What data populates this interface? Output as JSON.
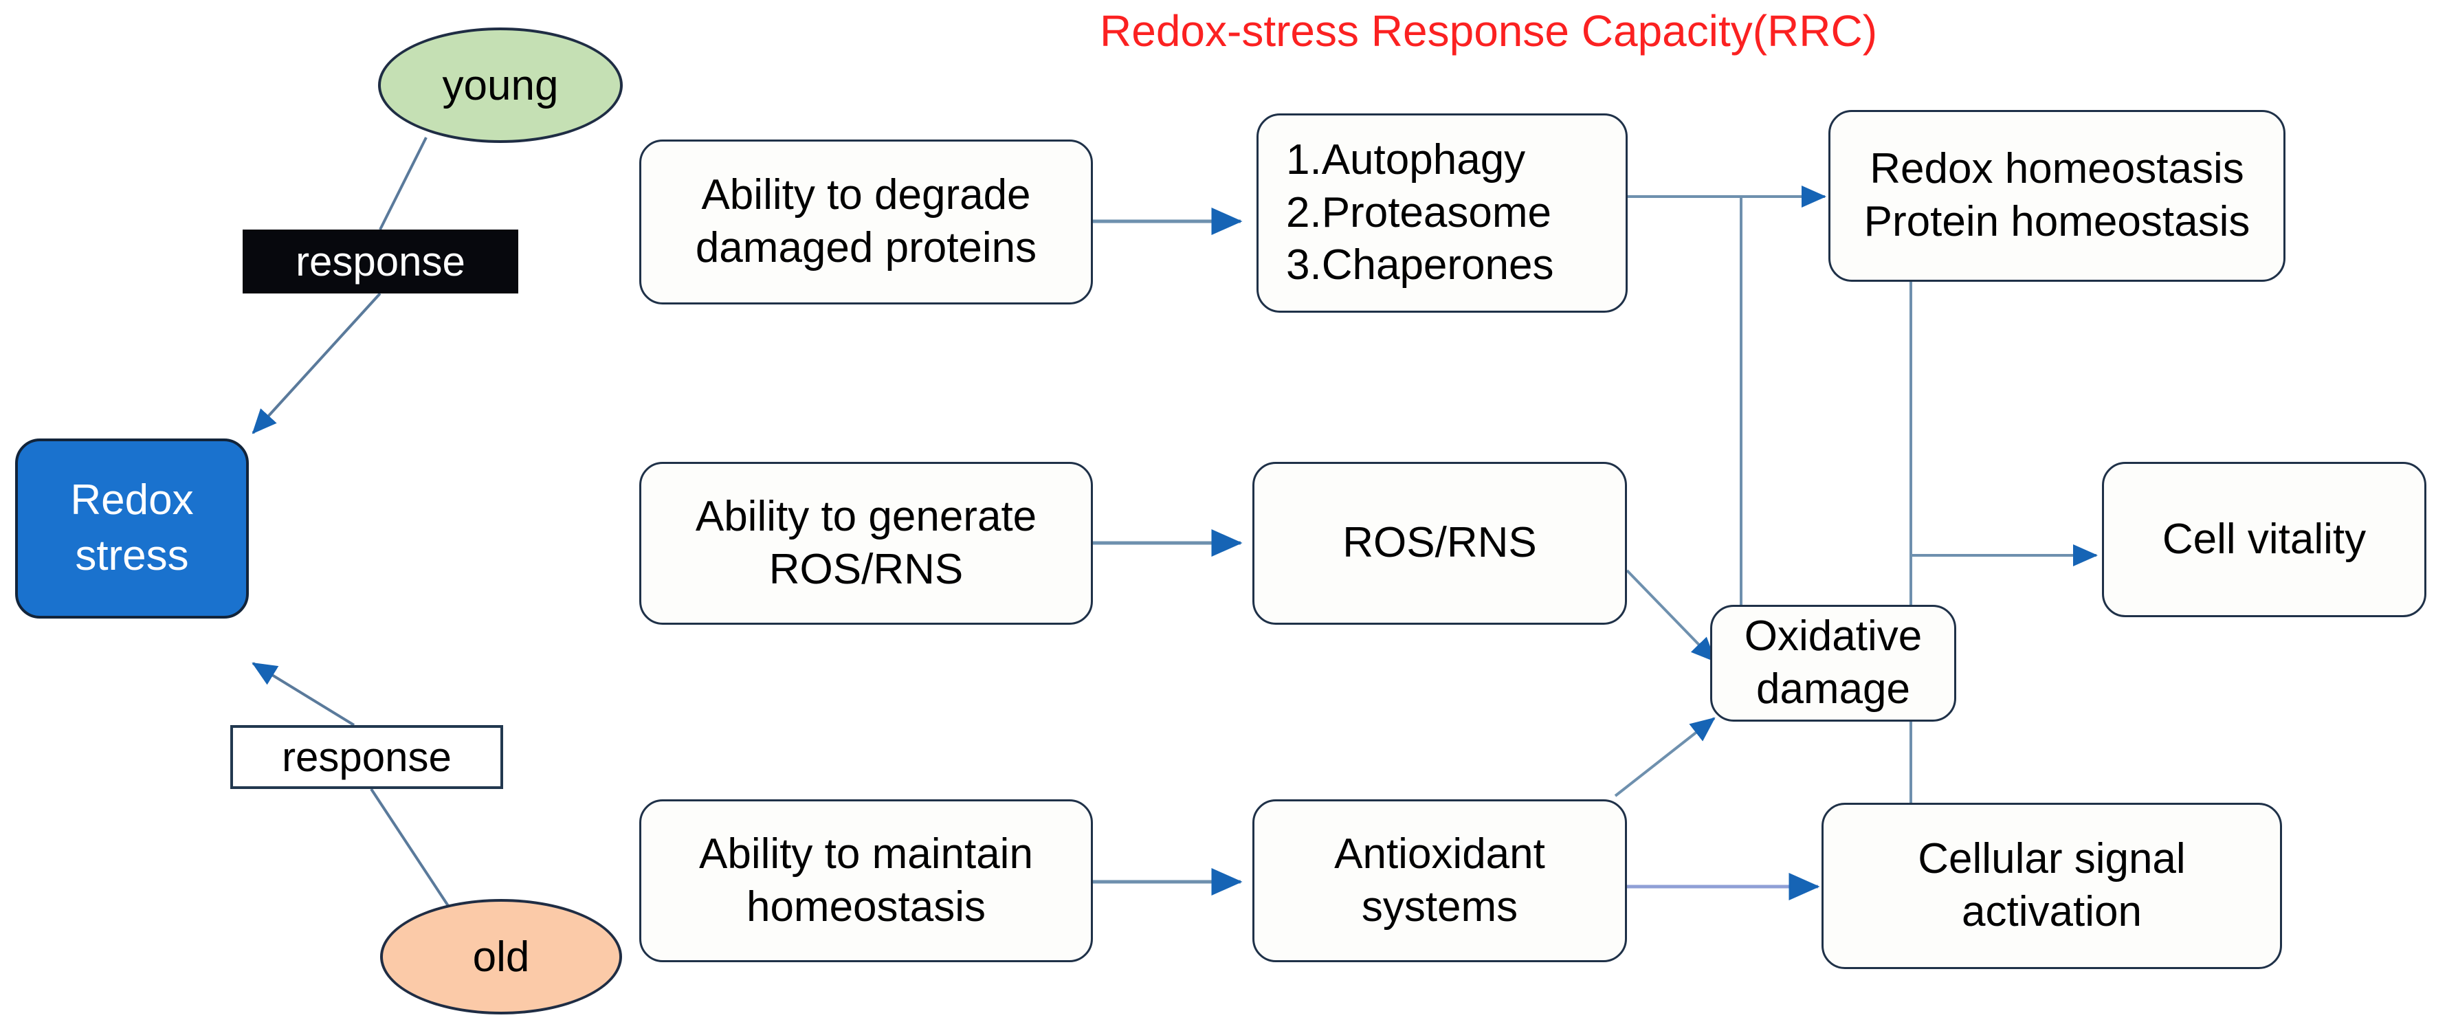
{
  "diagram": {
    "title": "Redox-stress Response Capacity(RRC)",
    "title_color": "#fb2121",
    "background": "#ffffff"
  },
  "nodes": {
    "young": {
      "label": "young",
      "fill": "#c5e0b4",
      "shape": "ellipse"
    },
    "old": {
      "label": "old",
      "fill": "#fbcaa8",
      "shape": "ellipse"
    },
    "redox_stress": {
      "label_line1": "Redox",
      "label_line2": "stress",
      "fill": "#1a72ce",
      "text_color": "#ffffff",
      "shape": "rounded-rect"
    },
    "degrade": {
      "label_line1": "Ability to degrade",
      "label_line2": "damaged proteins",
      "shape": "rounded-rect"
    },
    "machinery": {
      "item1": "1.Autophagy",
      "item2": "2.Proteasome",
      "item3": "3.Chaperones",
      "shape": "rounded-rect"
    },
    "homeostasis_out": {
      "label_line1": "Redox homeostasis",
      "label_line2": "Protein homeostasis",
      "shape": "rounded-rect"
    },
    "generate_ros": {
      "label_line1": "Ability to generate",
      "label_line2": "ROS/RNS",
      "shape": "rounded-rect"
    },
    "ros_rns": {
      "label": "ROS/RNS",
      "shape": "rounded-rect"
    },
    "oxidative_damage": {
      "label_line1": "Oxidative",
      "label_line2": "damage",
      "shape": "rounded-rect"
    },
    "cell_vitality": {
      "label": "Cell vitality",
      "shape": "rounded-rect"
    },
    "maintain": {
      "label_line1": "Ability to maintain",
      "label_line2": "homeostasis",
      "shape": "rounded-rect"
    },
    "antioxidant": {
      "label_line1": "Antioxidant",
      "label_line2": "systems",
      "shape": "rounded-rect"
    },
    "signal": {
      "label_line1": "Cellular signal",
      "label_line2": "activation",
      "shape": "rounded-rect"
    }
  },
  "edge_labels": {
    "response_young": {
      "text": "response",
      "style": "dark"
    },
    "response_old": {
      "text": "response",
      "style": "light"
    }
  },
  "edges": [
    {
      "from": "young",
      "to": "redox_stress",
      "label": "response",
      "arrow": true
    },
    {
      "from": "old",
      "to": "redox_stress",
      "label": "response",
      "arrow": true
    },
    {
      "from": "degrade",
      "to": "machinery",
      "arrow": true
    },
    {
      "from": "machinery",
      "to": "homeostasis_out",
      "arrow": true
    },
    {
      "from": "machinery",
      "to": "oxidative_damage",
      "arrow": false
    },
    {
      "from": "generate_ros",
      "to": "ros_rns",
      "arrow": true
    },
    {
      "from": "ros_rns",
      "to": "oxidative_damage",
      "arrow": true
    },
    {
      "from": "maintain",
      "to": "antioxidant",
      "arrow": true
    },
    {
      "from": "antioxidant",
      "to": "oxidative_damage",
      "arrow": true
    },
    {
      "from": "antioxidant",
      "to": "signal",
      "arrow": true
    },
    {
      "from": "homeostasis_out",
      "to": "cell_vitality",
      "arrow": true
    },
    {
      "from": "homeostasis_out",
      "to": "signal",
      "arrow": false
    }
  ],
  "colors": {
    "edge_stroke": "#5a7a9b",
    "arrow_fill": "#1664b5",
    "box_border": "#1f3148",
    "box_fill": "#fdfdfb"
  }
}
